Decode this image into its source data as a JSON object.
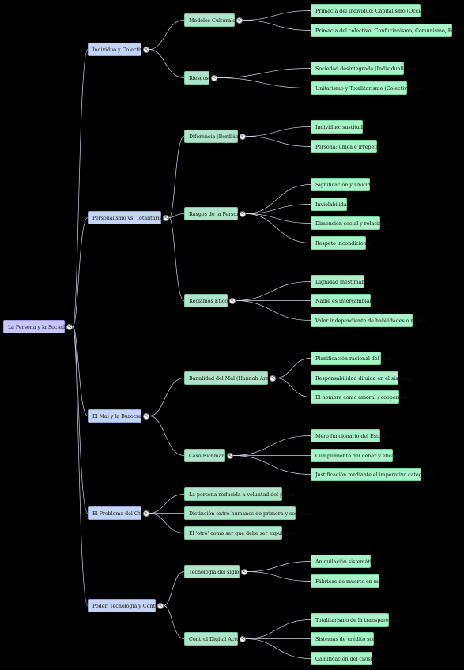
{
  "root": {
    "label": "La Persona y la Sociedad",
    "children": [
      {
        "label": "Individuo y Colectivo",
        "children": [
          {
            "label": "Modelos Culturales",
            "children": [
              {
                "label": "Primacía del individuo: Capitalismo (Occidente)"
              },
              {
                "label": "Primacía del colectivo: Confucianismo, Comunismo, Fascismo"
              }
            ]
          },
          {
            "label": "Riesgos",
            "children": [
              {
                "label": "Sociedad desintegrada (Individualismo)"
              },
              {
                "label": "Unitarismo y Totalitarismo (Colectivismo)"
              }
            ]
          }
        ]
      },
      {
        "label": "Personalismo vs. Totalitarismo",
        "children": [
          {
            "label": "Diferencia (Berdiáev)",
            "children": [
              {
                "label": "Individuo: sustituible"
              },
              {
                "label": "Persona: única e irrepetible"
              }
            ]
          },
          {
            "label": "Rasgos de la Persona",
            "children": [
              {
                "label": "Significación y Unicidad"
              },
              {
                "label": "Inviolabilidad"
              },
              {
                "label": "Dimensión social y relacional"
              },
              {
                "label": "Respeto incondicional"
              }
            ]
          },
          {
            "label": "Reclamos Éticos",
            "children": [
              {
                "label": "Dignidad inestimable"
              },
              {
                "label": "Nadie es intercambiable"
              },
              {
                "label": "Valor independiente de habilidades o rango"
              }
            ]
          }
        ]
      },
      {
        "label": "El Mal y la Burocracia",
        "children": [
          {
            "label": "Banalidad del Mal (Hannah Arendt)",
            "children": [
              {
                "label": "Planificación racional del mal"
              },
              {
                "label": "Responsabilidad diluida en el sistema"
              },
              {
                "label": "El hombre como amoral / cooperador"
              }
            ]
          },
          {
            "label": "Caso Eichmann",
            "children": [
              {
                "label": "Mero funcionario del Estado"
              },
              {
                "label": "Cumplimiento del deber y eficacia"
              },
              {
                "label": "Justificación mediante el imperativo categórico"
              }
            ]
          }
        ]
      },
      {
        "label": "El Problema del Otro",
        "children": [
          {
            "label": "La persona reducida a voluntad del poder"
          },
          {
            "label": "Distinción entre humanos de primera y segunda"
          },
          {
            "label": "El 'otro' como ser que debe ser expulsado"
          }
        ]
      },
      {
        "label": "Poder, Tecnología y Control",
        "children": [
          {
            "label": "Tecnología del siglo XX",
            "children": [
              {
                "label": "Aniquilación sistemática"
              },
              {
                "label": "Fábricas de muerte en masa"
              }
            ]
          },
          {
            "label": "Control Digital Actual",
            "children": [
              {
                "label": "Totalitarismo de la transparencia"
              },
              {
                "label": "Sistemas de crédito social"
              },
              {
                "label": "Gamificación del civismo"
              }
            ]
          }
        ]
      }
    ]
  },
  "toggle_glyph": "<"
}
